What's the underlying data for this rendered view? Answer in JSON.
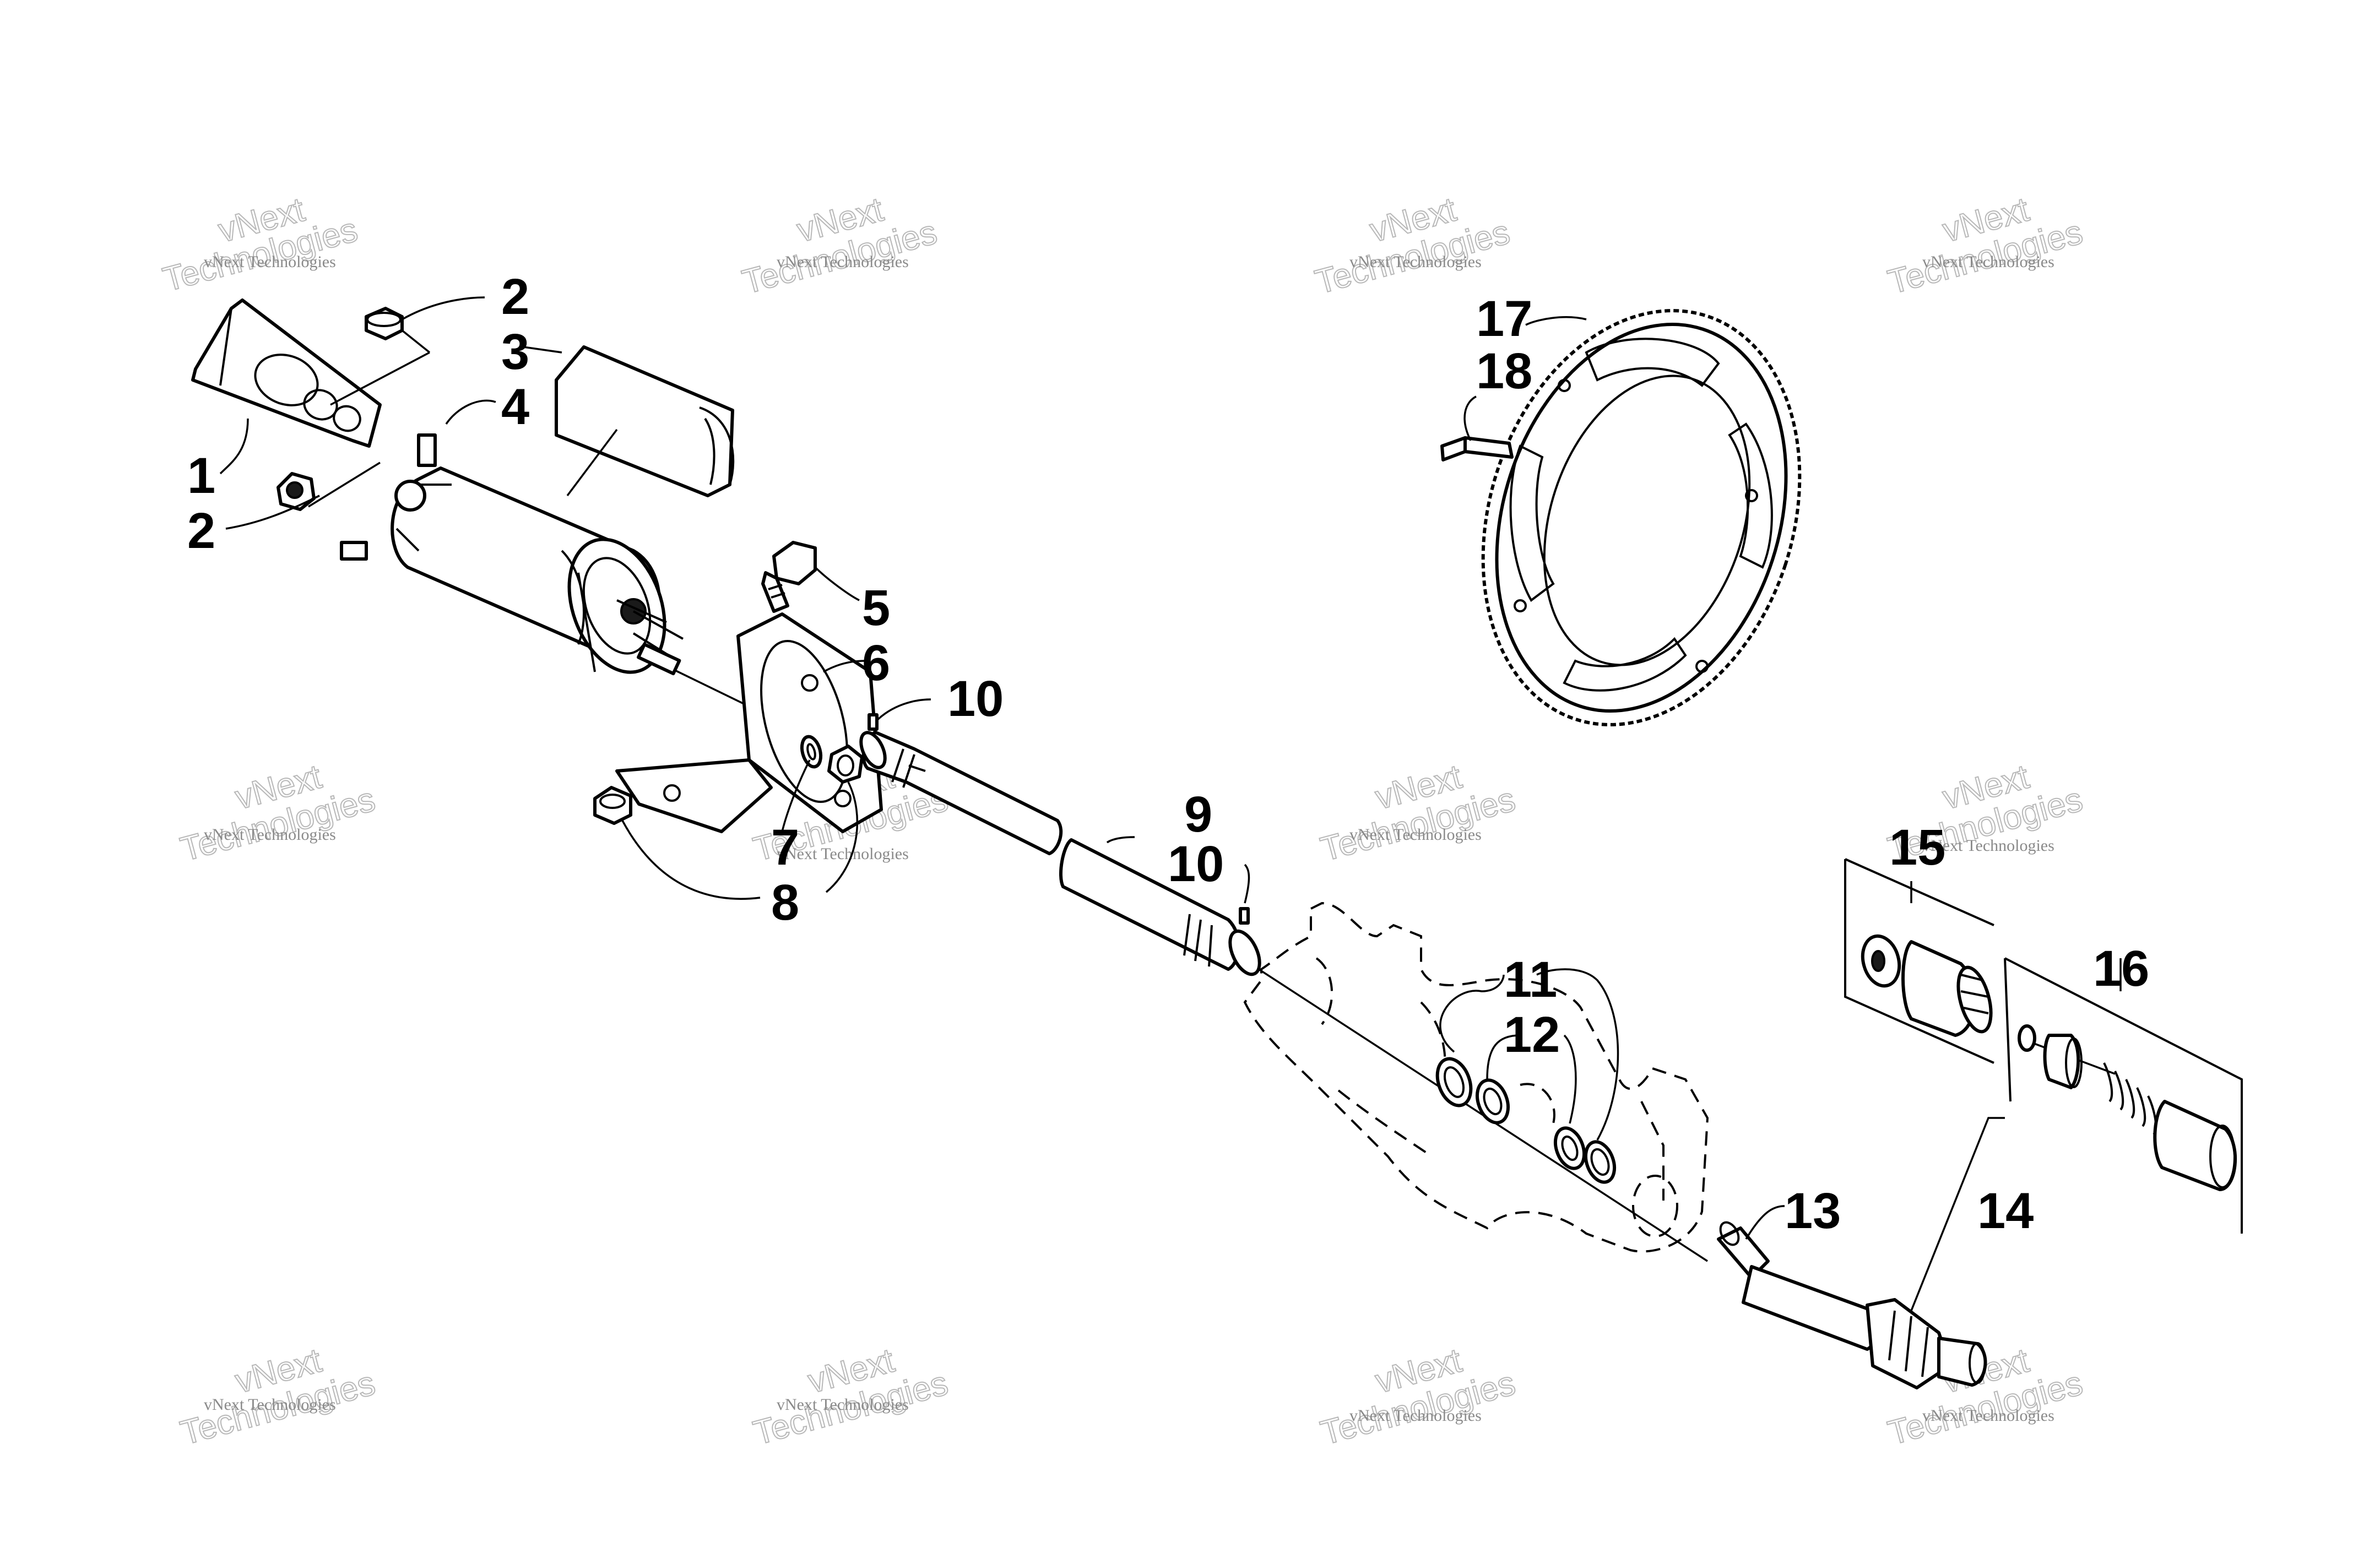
{
  "callouts": {
    "c1": "1",
    "c2a": "2",
    "c2b": "2",
    "c3": "3",
    "c4": "4",
    "c5": "5",
    "c6": "6",
    "c7": "7",
    "c8": "8",
    "c9": "9",
    "c10a": "10",
    "c10b": "10",
    "c11": "11",
    "c12": "12",
    "c13": "13",
    "c14": "14",
    "c15": "15",
    "c16": "16",
    "c17": "17",
    "c18": "18"
  },
  "watermark": {
    "line1": "vNext Technologies",
    "line2": "vNext",
    "line3": "Technologies"
  }
}
